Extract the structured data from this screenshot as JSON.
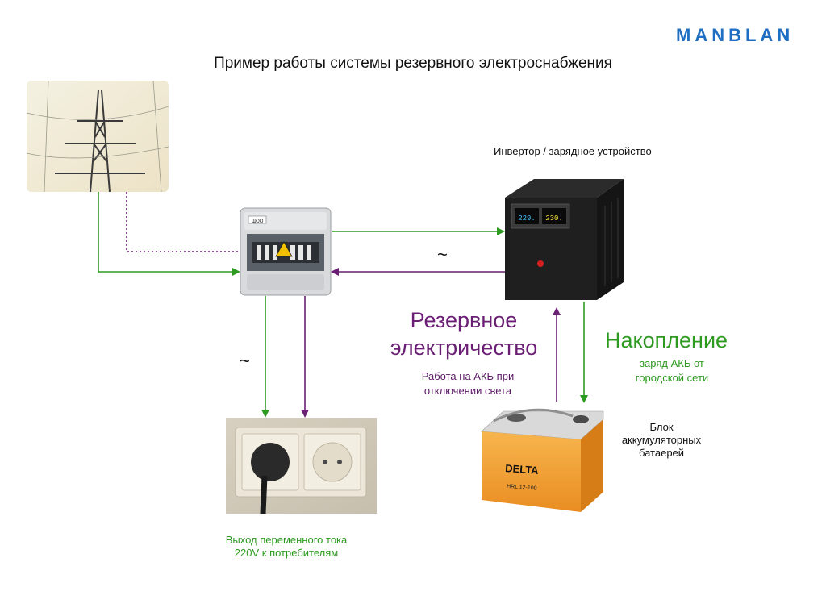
{
  "brand": "MANBLAN",
  "title": "Пример работы системы резервного электроснабжения",
  "labels": {
    "inverter": "Инвертор / зарядное устройство",
    "reserve_title_line1": "Резервное",
    "reserve_title_line2": "электричество",
    "reserve_sub_line1": "Работа на АКБ при",
    "reserve_sub_line2": "отключении света",
    "accum_title": "Накопление",
    "accum_sub_line1": "заряд АКБ от",
    "accum_sub_line2": "городской сети",
    "battery_line1": "Блок",
    "battery_line2": "аккумуляторных",
    "battery_line3": "батаерей",
    "output_line1": "Выход переменного тока",
    "output_line2": "220V к потребителям",
    "tilde_top": "~",
    "tilde_left": "~"
  },
  "device_text": {
    "panel_tag": "ЩОО",
    "inverter_display_left": "229.",
    "inverter_display_right": "230.",
    "battery_brand": "DELTA",
    "battery_model": "HRL 12-100"
  },
  "colors": {
    "brand": "#1e6fc4",
    "green_flow": "#2f9a22",
    "purple_flow": "#6a1e74",
    "battery_orange": "#f0a23a"
  }
}
